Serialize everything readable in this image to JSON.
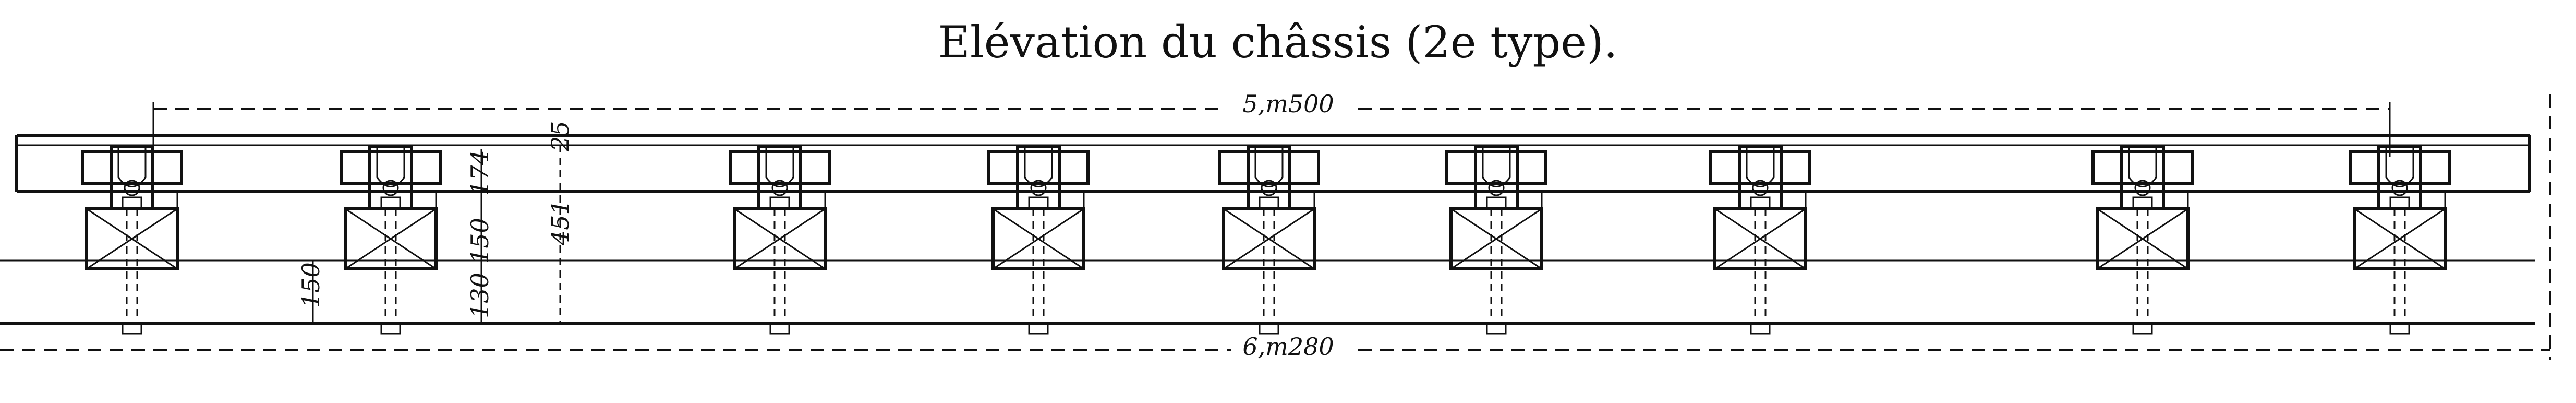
{
  "drawing": {
    "title": "Elévation du châssis (2e type).",
    "dimensions": {
      "overall_wheelbase": "5,m500",
      "overall_length": "6,m280",
      "height_total": "451",
      "beam_top": "25",
      "upper": "174",
      "box": "150",
      "lower": "130",
      "left_offset": "150"
    },
    "axle_box_count": 9
  }
}
